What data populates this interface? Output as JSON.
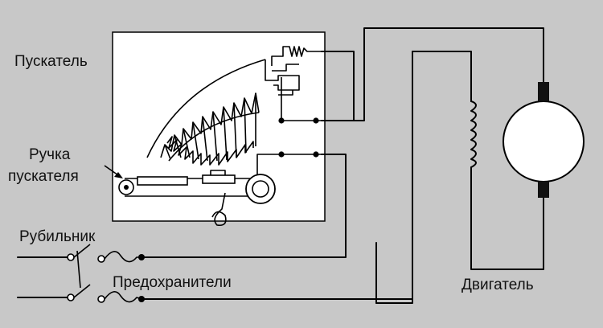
{
  "labels": {
    "starter": "Пускатель",
    "handle_line1": "Ручка",
    "handle_line2": "пускателя",
    "switch": "Рубильник",
    "fuses": "Предохранители",
    "motor": "Двигатель"
  },
  "colors": {
    "background": "#c8c8c8",
    "panel": "#ffffff",
    "wire": "#000000",
    "brush": "#111111"
  }
}
